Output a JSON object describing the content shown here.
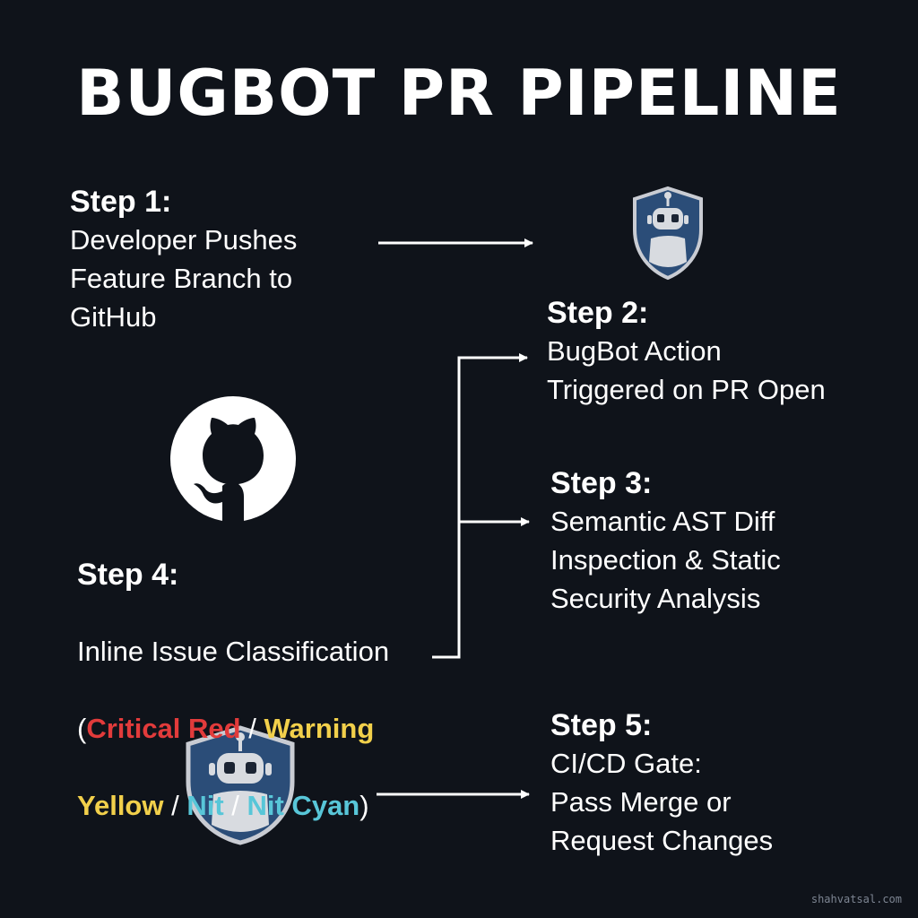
{
  "title": "BUGBOT PR PIPELINE",
  "steps": [
    {
      "heading": "Step 1:",
      "text": "Developer Pushes\nFeature Branch to\nGitHub"
    },
    {
      "heading": "Step 2:",
      "text": "BugBot Action\nTriggered on PR Open"
    },
    {
      "heading": "Step 3:",
      "text": "Semantic AST Diff\nInspection & Static\nSecurity Analysis"
    },
    {
      "heading": "Step 4:",
      "line1": "Inline Issue Classification",
      "open_paren": "(",
      "critical": "Critical Red",
      "sep1": " / ",
      "warning": "Warning",
      "yellow": "Yellow",
      "sep2": " / ",
      "nit": "Nit",
      "sep3": " / ",
      "nit_cyan": "Nit Cyan",
      "close_paren": ")"
    },
    {
      "heading": "Step 5:",
      "text": "CI/CD Gate:\nPass Merge or\nRequest Changes"
    }
  ],
  "colors": {
    "background": "#0f131a",
    "critical": "#e23b3b",
    "warning": "#f2d04b",
    "nit": "#58c6d8",
    "shield": "#2b4d78",
    "shield_border": "#c9ccd3"
  },
  "icons": [
    "bugbot-shield-icon",
    "github-octocat-icon",
    "bugbot-shield-icon"
  ],
  "watermark": "shahvatsal.com"
}
